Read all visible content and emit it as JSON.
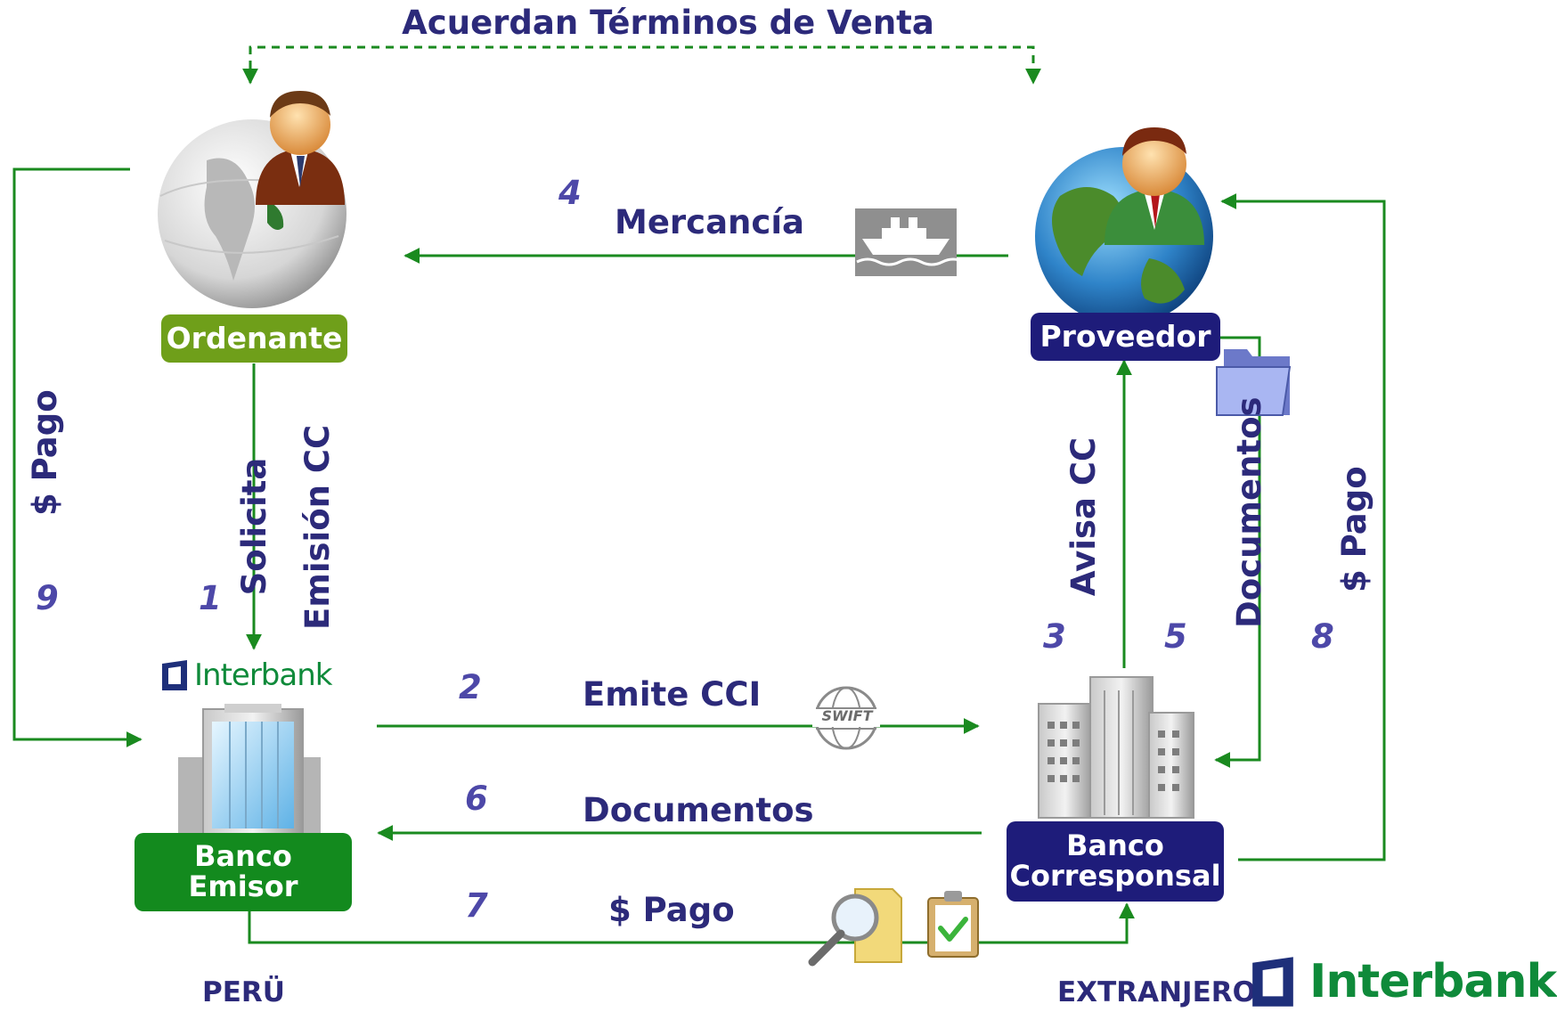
{
  "title": "Acuerdan Términos de Venta",
  "nodes": {
    "ordenante": "Ordenante",
    "proveedor": "Proveedor",
    "banco_emisor": "Banco\nEmisor",
    "banco_corresponsal": "Banco\nCorresponsal"
  },
  "flows": {
    "step1": {
      "number": "1",
      "line1": "Solicita",
      "line2": "Emisión CC"
    },
    "step2": {
      "number": "2",
      "label": "Emite CCI"
    },
    "step3": {
      "number": "3",
      "label": "Avisa CC"
    },
    "step4": {
      "number": "4",
      "label": "Mercancía"
    },
    "step5": {
      "number": "5",
      "label": "Documentos"
    },
    "step6": {
      "number": "6",
      "label": "Documentos"
    },
    "step7": {
      "number": "7",
      "label": "$ Pago"
    },
    "step8": {
      "number": "8",
      "label": "$ Pago"
    },
    "step9": {
      "number": "9",
      "label": "$ Pago"
    }
  },
  "icons": {
    "swift": "SWIFT",
    "ship": "ship-icon",
    "folder": "folder-icon",
    "magnifier": "magnifier-document-icon",
    "clipboard": "checklist-clipboard-icon"
  },
  "regions": {
    "left": "PERÜ",
    "right": "EXTRANJERO"
  },
  "brand": {
    "small_logo": "Interbank",
    "big_logo": "Interbank"
  },
  "colors": {
    "arrow": "#1a8a1f",
    "navy": "#1e1c7a",
    "green_dark": "#138a1e",
    "green_light": "#6f9f1a",
    "text": "#2c2a7a",
    "number": "#4d48a8"
  }
}
